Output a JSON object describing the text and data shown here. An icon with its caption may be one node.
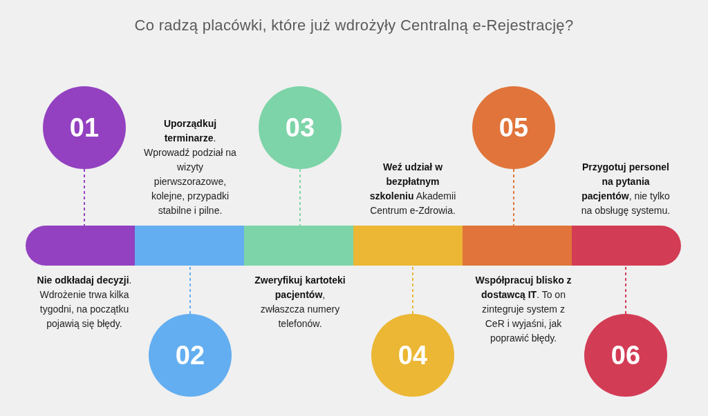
{
  "diagram": {
    "title": "Co radzą placówki, które już wdrożyły Centralną e-Rejestrację?",
    "nodes": [
      {
        "text": [],
        "shape": "bar"
      },
      {
        "text": [],
        "shape": "bar"
      },
      {
        "text": [],
        "shape": "bar"
      },
      {
        "text": [],
        "shape": "bar"
      },
      {
        "text": [],
        "shape": "bar"
      },
      {
        "text": [],
        "shape": "bar"
      },
      {
        "text": [
          "01"
        ]
      },
      {
        "text": [
          "02"
        ]
      },
      {
        "text": [
          "03"
        ]
      },
      {
        "text": [
          "04"
        ]
      },
      {
        "text": [
          "05"
        ]
      },
      {
        "text": [
          "06"
        ]
      }
    ],
    "labels": [
      "**Uporządkuj terminarze**. Wprowadź podział na wizyty pierwszorazowe, kolejne, przypadki stabilne i pilne.",
      "**Weź udział w bezpłatnym szkoleniu** Akademii Centrum e-Zdrowia.",
      "**Przygotuj personel na pytania pacjentów**, nie tylko na obsługę systemu.",
      "**Nie odkładaj decyzji**. Wdrożenie trwa kilka tygodni, na początku pojawią się błędy.",
      "**Zweryfikuj kartoteki pacjentów**, zwłaszcza numery telefonów.",
      "**Współpracuj blisko z dostawcą IT**. To on zintegruje system z CeR i wyjaśni, jak poprawić błędy."
    ],
    "edges": [
      {
        "from": 6,
        "to": 0,
        "arrow": "none",
        "style": "dashed",
        "color": "#9341c0"
      },
      {
        "from": 7,
        "to": 1,
        "arrow": "none",
        "style": "dashed",
        "color": "#63aef0"
      },
      {
        "from": 8,
        "to": 2,
        "arrow": "none",
        "style": "dashed",
        "color": "#7dd4a8"
      },
      {
        "from": 9,
        "to": 3,
        "arrow": "none",
        "style": "dashed",
        "color": "#ebb734"
      },
      {
        "from": 10,
        "to": 4,
        "arrow": "none",
        "style": "dashed",
        "color": "#e0743a"
      },
      {
        "from": 11,
        "to": 5,
        "arrow": "none",
        "style": "dashed",
        "color": "#d33c55"
      }
    ]
  }
}
